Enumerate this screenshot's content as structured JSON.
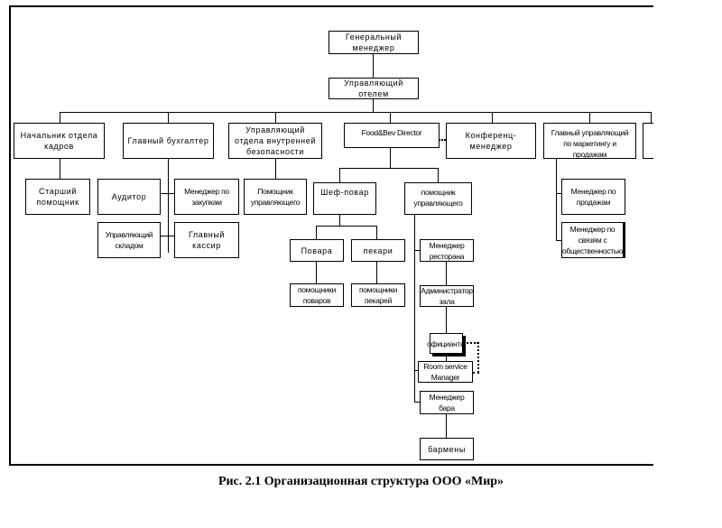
{
  "nodes": {
    "gm": "Генеральный менеджер",
    "hotel_manager": "Управляющий отелем",
    "hr_head": "Начальник отдела кадров",
    "chief_accountant": "Главный бухгалтер",
    "security_head": "Управляющий отдела внутренней безопасности",
    "fb_director": "Food&Bev Director",
    "conference_manager": "Конференц-менеджер",
    "marketing_head": "Главный управляющий по маркетингу и продажам",
    "senior_assistant": "Старший помощник",
    "auditor": "Аудитор",
    "purchasing_manager": "Менеджер по закупкам",
    "warehouse_manager": "Управляющий складом",
    "chief_cashier": "Главный кассир",
    "assistant_security": "Помощник управляющего",
    "chef": "Шеф-повар",
    "assistant_fb": "помощник управляющего",
    "cooks": "Повара",
    "bakers": "пекари",
    "cooks_helpers": "помощники поваров",
    "bakers_helpers": "помощники пекарей",
    "restaurant_manager": "Менеджер ресторана",
    "hall_admin": "Администратор зала",
    "waiters": "официанты",
    "room_service": "Room service Manager",
    "bar_manager": "Менеджер бара",
    "barmen": "бармены",
    "sales_manager": "Менеджер по продажам",
    "pr_manager": "Менеджер по связям с общественностью"
  },
  "caption": "Рис. 2.1 Организационная структура ООО «Мир»"
}
